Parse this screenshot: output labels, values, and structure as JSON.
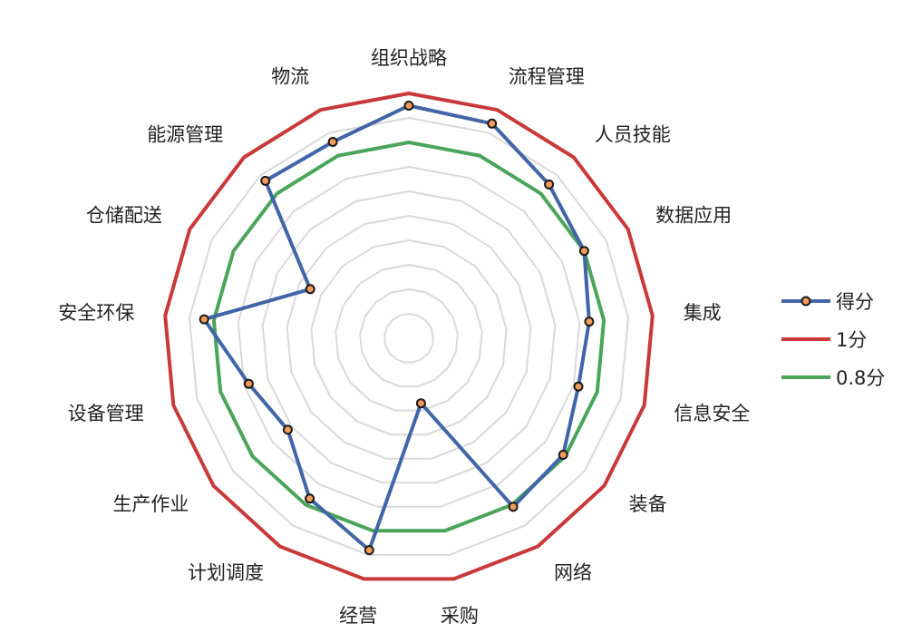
{
  "chart_data": {
    "type": "radar",
    "title": "",
    "categories": [
      "组织战略",
      "流程管理",
      "人员技能",
      "数据应用",
      "集成",
      "信息安全",
      "装备",
      "网络",
      "采购",
      "经营",
      "计划调度",
      "生产作业",
      "设备管理",
      "安全环保",
      "仓储配送",
      "能源管理",
      "物流"
    ],
    "rmax": 1,
    "grid_rings": 10,
    "grid": true,
    "legend_position": "right",
    "series": [
      {
        "name": "得分",
        "color": "#4165a8",
        "marker": true,
        "values": [
          0.95,
          0.94,
          0.85,
          0.8,
          0.74,
          0.72,
          0.79,
          0.81,
          0.27,
          0.88,
          0.77,
          0.62,
          0.68,
          0.84,
          0.45,
          0.87,
          0.86
        ]
      },
      {
        "name": "1分",
        "color": "#c9393a",
        "marker": false,
        "values": [
          1,
          1,
          1,
          1,
          1,
          1,
          1,
          1,
          1,
          1,
          1,
          1,
          1,
          1,
          1,
          1,
          1
        ]
      },
      {
        "name": "0.8分",
        "color": "#4aa55a",
        "marker": false,
        "values": [
          0.8,
          0.8,
          0.8,
          0.8,
          0.8,
          0.8,
          0.8,
          0.8,
          0.8,
          0.8,
          0.8,
          0.8,
          0.8,
          0.8,
          0.8,
          0.8,
          0.8
        ]
      }
    ]
  }
}
